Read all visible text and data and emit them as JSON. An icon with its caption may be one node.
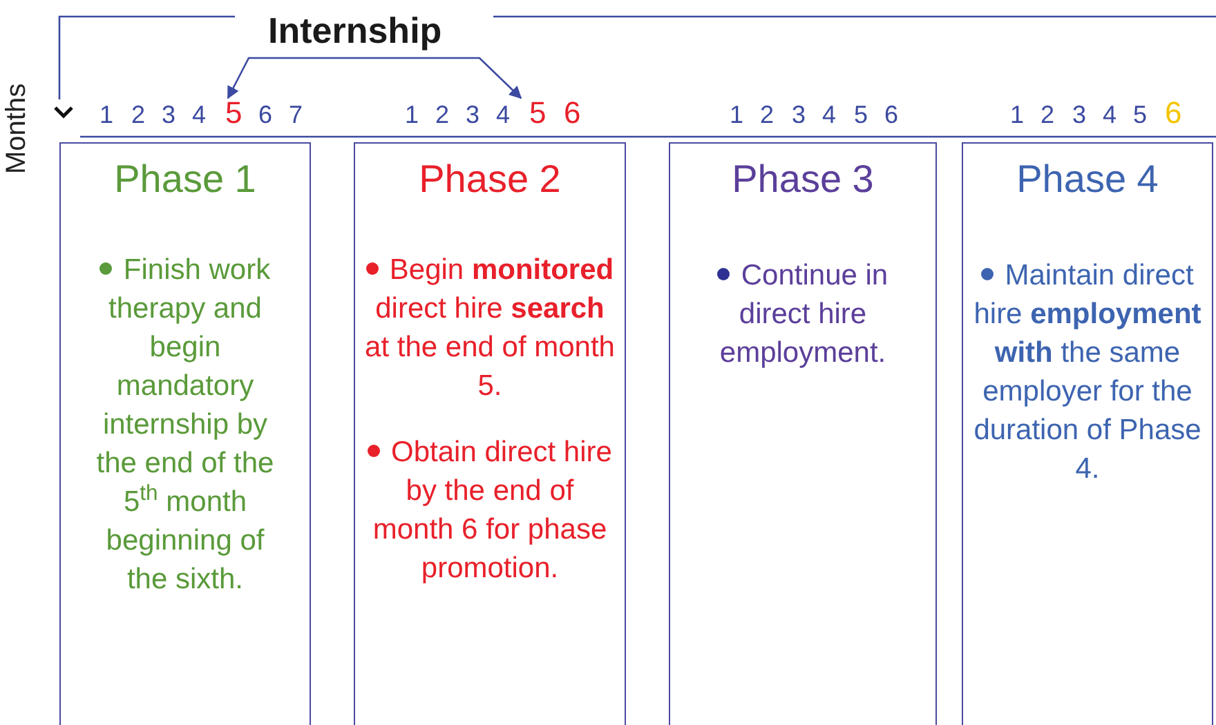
{
  "diagram": {
    "nodes": [
      {
        "text": [
          "Internship"
        ]
      },
      {
        "text": [
          "5"
        ]
      },
      {
        "text": [
          "5"
        ]
      },
      {
        "text": [
          "Phase 1",
          "Finish work therapy and begin mandatory internship by the end of the 5$^{th}$ month beginning of the sixth."
        ]
      },
      {
        "text": [
          "Phase 2",
          "Begin **monitored** direct hire **search** at the end of month 5.",
          "Obtain direct hire by the end of month 6 for phase promotion."
        ]
      },
      {
        "text": [
          "Phase 3",
          "Continue in direct hire employment."
        ]
      },
      {
        "text": [
          "Phase 4",
          "Maintain direct hire **employment with** the same employer for the duration of Phase 4."
        ]
      }
    ],
    "edges": [
      {
        "from": 0,
        "to": 1,
        "arrow": "to"
      },
      {
        "from": 0,
        "to": 2,
        "arrow": "to"
      }
    ],
    "labels": [
      "Months",
      "1",
      "2",
      "3",
      "4",
      "6",
      "7",
      "1",
      "2",
      "3",
      "4",
      "6",
      "1",
      "2",
      "3",
      "4",
      "5",
      "6",
      "1",
      "2",
      "3",
      "4",
      "5",
      "6"
    ]
  }
}
